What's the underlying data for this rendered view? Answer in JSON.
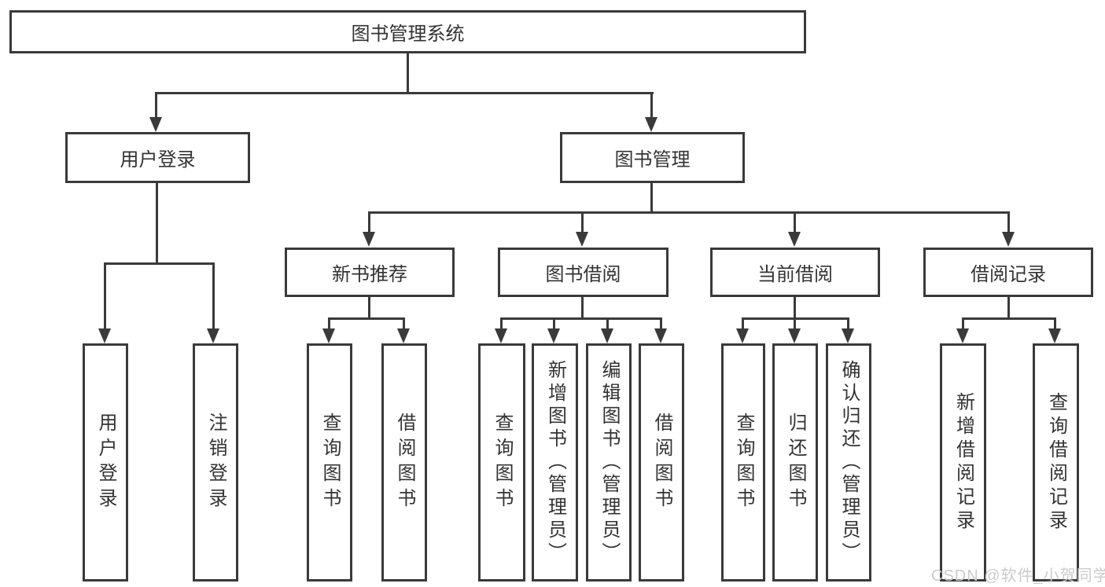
{
  "colors": {
    "line": "#3a3a3a",
    "text": "#333333",
    "background": "#ffffff",
    "watermark": "#cbcbcb"
  },
  "tree": {
    "label": "图书管理系统",
    "children": [
      {
        "label": "用户登录",
        "children": [
          {
            "label": "用户登录"
          },
          {
            "label": "注销登录"
          }
        ]
      },
      {
        "label": "图书管理",
        "children": [
          {
            "label": "新书推荐",
            "children": [
              {
                "label": "查询图书"
              },
              {
                "label": "借阅图书"
              }
            ]
          },
          {
            "label": "图书借阅",
            "children": [
              {
                "label": "查询图书"
              },
              {
                "label": "新增图书（管理员）"
              },
              {
                "label": "编辑图书（管理员）"
              },
              {
                "label": "借阅图书"
              }
            ]
          },
          {
            "label": "当前借阅",
            "children": [
              {
                "label": "查询图书"
              },
              {
                "label": "归还图书"
              },
              {
                "label": "确认归还（管理员）"
              }
            ]
          },
          {
            "label": "借阅记录",
            "children": [
              {
                "label": "新增借阅记录"
              },
              {
                "label": "查询借阅记录"
              }
            ]
          }
        ]
      }
    ]
  },
  "watermark": {
    "text": "CSDN @软件_小贺同学"
  }
}
